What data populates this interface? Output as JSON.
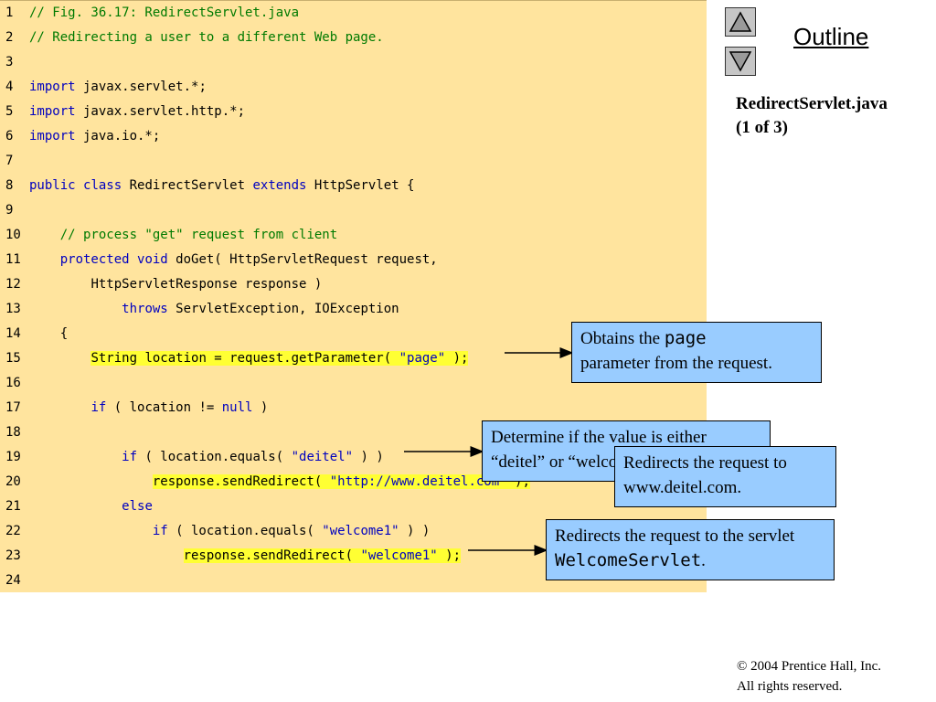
{
  "code_lines": [
    {
      "n": "1",
      "indent": 0,
      "segs": [
        {
          "t": "// Fig. 36.17: RedirectServlet.java",
          "c": "cm"
        }
      ]
    },
    {
      "n": "2",
      "indent": 0,
      "segs": [
        {
          "t": "// Redirecting a user to a different Web page.",
          "c": "cm"
        }
      ]
    },
    {
      "n": "3",
      "indent": 0,
      "segs": []
    },
    {
      "n": "4",
      "indent": 0,
      "segs": [
        {
          "t": "import",
          "c": "kw"
        },
        {
          "t": " javax.servlet.*;",
          "c": ""
        }
      ]
    },
    {
      "n": "5",
      "indent": 0,
      "segs": [
        {
          "t": "import",
          "c": "kw"
        },
        {
          "t": " javax.servlet.http.*;",
          "c": ""
        }
      ]
    },
    {
      "n": "6",
      "indent": 0,
      "segs": [
        {
          "t": "import",
          "c": "kw"
        },
        {
          "t": " java.io.*;",
          "c": ""
        }
      ]
    },
    {
      "n": "7",
      "indent": 0,
      "segs": []
    },
    {
      "n": "8",
      "indent": 0,
      "segs": [
        {
          "t": "public",
          "c": "kw"
        },
        {
          "t": " ",
          "c": ""
        },
        {
          "t": "class",
          "c": "kw"
        },
        {
          "t": " RedirectServlet ",
          "c": ""
        },
        {
          "t": "extends",
          "c": "kw"
        },
        {
          "t": " HttpServlet {",
          "c": ""
        }
      ]
    },
    {
      "n": "9",
      "indent": 0,
      "segs": []
    },
    {
      "n": "10",
      "indent": 1,
      "segs": [
        {
          "t": "// process \"get\" request from client",
          "c": "cm"
        }
      ]
    },
    {
      "n": "11",
      "indent": 1,
      "segs": [
        {
          "t": "protected",
          "c": "kw"
        },
        {
          "t": " ",
          "c": ""
        },
        {
          "t": "void",
          "c": "kw"
        },
        {
          "t": " doGet( HttpServletRequest request,",
          "c": ""
        }
      ]
    },
    {
      "n": "12",
      "indent": 2,
      "segs": [
        {
          "t": "HttpServletResponse response )",
          "c": ""
        }
      ]
    },
    {
      "n": "13",
      "indent": 3,
      "segs": [
        {
          "t": "throws",
          "c": "kw"
        },
        {
          "t": " ServletException, IOException",
          "c": ""
        }
      ]
    },
    {
      "n": "14",
      "indent": 1,
      "segs": [
        {
          "t": "{",
          "c": ""
        }
      ]
    },
    {
      "n": "15",
      "indent": 2,
      "segs": [
        {
          "t": "String location = request.getParameter( ",
          "c": "hl"
        },
        {
          "t": "\"page\"",
          "c": "str hl"
        },
        {
          "t": " );",
          "c": "hl"
        }
      ]
    },
    {
      "n": "16",
      "indent": 0,
      "segs": []
    },
    {
      "n": "17",
      "indent": 2,
      "segs": [
        {
          "t": "if",
          "c": "kw"
        },
        {
          "t": " ( location != ",
          "c": ""
        },
        {
          "t": "null",
          "c": "kw"
        },
        {
          "t": " )",
          "c": ""
        }
      ]
    },
    {
      "n": "18",
      "indent": 0,
      "segs": []
    },
    {
      "n": "19",
      "indent": 3,
      "segs": [
        {
          "t": "if",
          "c": "kw"
        },
        {
          "t": " ( location.equals( ",
          "c": ""
        },
        {
          "t": "\"deitel\"",
          "c": "str"
        },
        {
          "t": " ) )",
          "c": ""
        }
      ]
    },
    {
      "n": "20",
      "indent": 4,
      "segs": [
        {
          "t": "response.sendRedirect( ",
          "c": "hl"
        },
        {
          "t": "\"http://www.deitel.com\"",
          "c": "str hl"
        },
        {
          "t": " );",
          "c": "hl"
        }
      ]
    },
    {
      "n": "21",
      "indent": 3,
      "segs": [
        {
          "t": "else",
          "c": "kw"
        }
      ]
    },
    {
      "n": "22",
      "indent": 4,
      "segs": [
        {
          "t": "if",
          "c": "kw"
        },
        {
          "t": " ( location.equals( ",
          "c": ""
        },
        {
          "t": "\"welcome1\"",
          "c": "str"
        },
        {
          "t": " ) )",
          "c": ""
        }
      ]
    },
    {
      "n": "23",
      "indent": 5,
      "segs": [
        {
          "t": "response.sendRedirect( ",
          "c": "hl"
        },
        {
          "t": "\"welcome1\"",
          "c": "str hl"
        },
        {
          "t": " );",
          "c": "hl"
        }
      ]
    },
    {
      "n": "24",
      "indent": 0,
      "segs": []
    }
  ],
  "header": {
    "outline": "Outline"
  },
  "nav": {
    "up_icon": "triangle-up-icon",
    "down_icon": "triangle-down-icon"
  },
  "side": {
    "file": "RedirectServlet.java",
    "part": "(1 of 3)"
  },
  "callouts": {
    "page_pre": "Obtains the ",
    "page_code": "page",
    "page_post": "parameter from the request.",
    "determine": "Determine if the value is either “deitel” or “welcome1”.",
    "deitel": "Redirects the request to www.deitel.com.",
    "servlet_pre": "Redirects the request to the servlet ",
    "servlet_code": "WelcomeServlet",
    "servlet_post": "."
  },
  "footer": {
    "copyright": "© 2004 Prentice Hall, Inc.",
    "rights": "All rights reserved."
  },
  "colors": {
    "code_bg": "#ffe49e",
    "callout_bg": "#99ccff",
    "highlight": "#ffff33",
    "keyword": "#0000c0",
    "comment": "#007a00"
  }
}
